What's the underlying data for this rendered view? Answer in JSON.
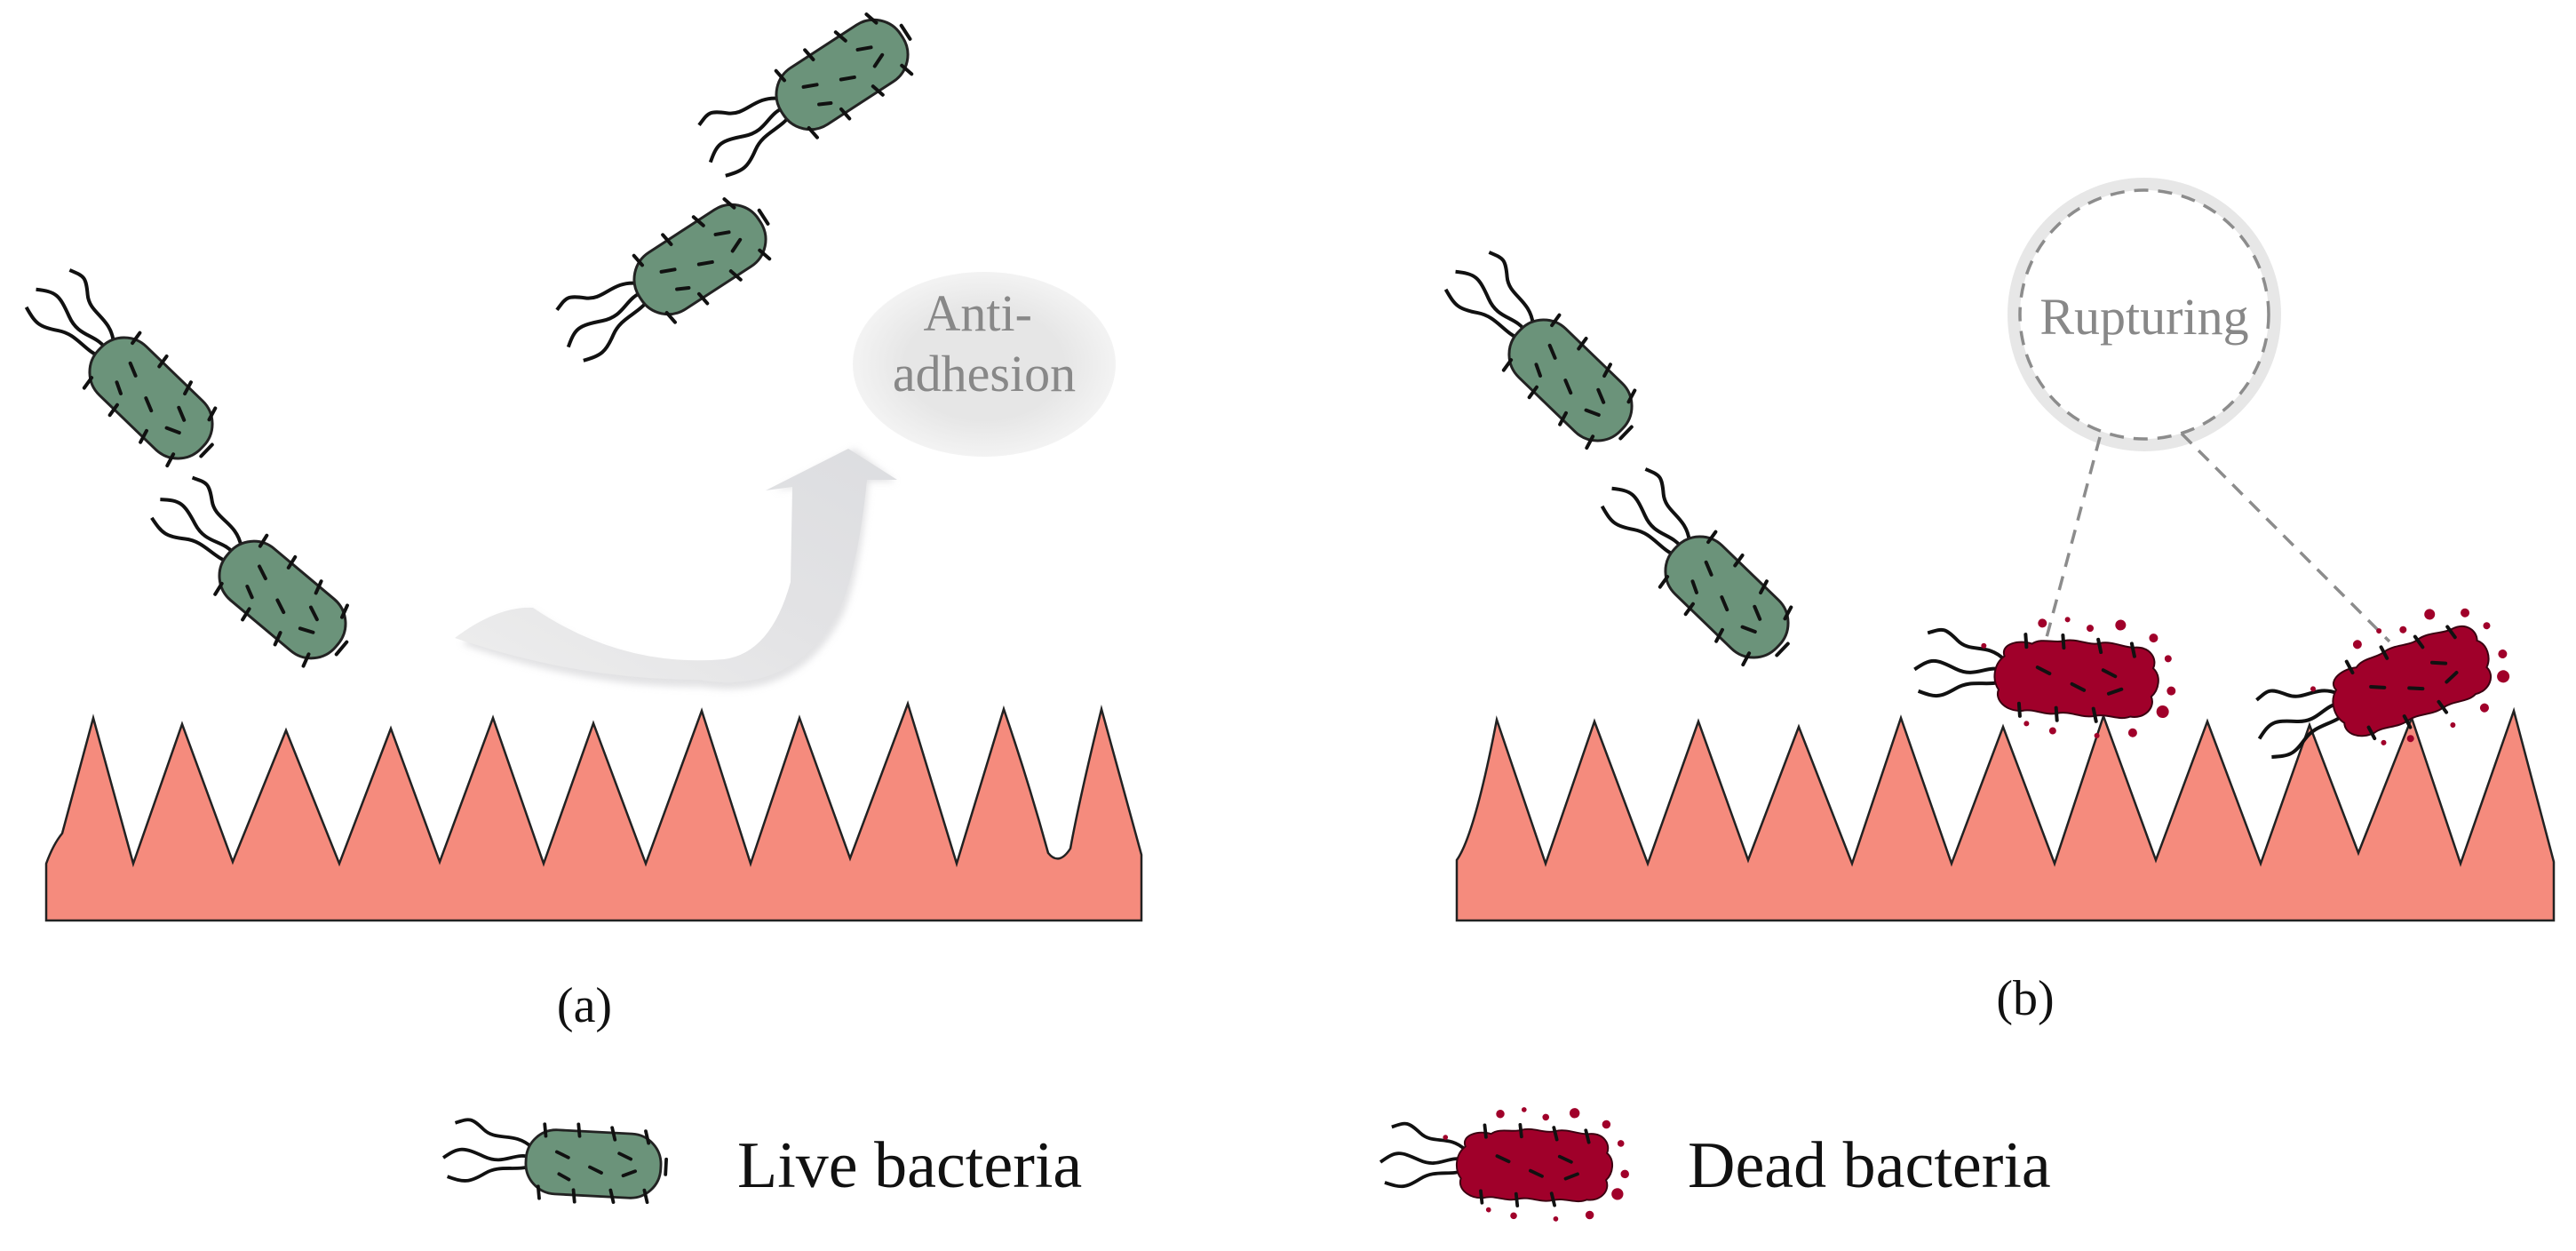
{
  "panels": [
    {
      "label": "(a)",
      "callout": "Anti-\nadhesion",
      "callout_lines": [
        "Anti-",
        "adhesion"
      ]
    },
    {
      "label": "(b)",
      "callout": "Rupturing"
    }
  ],
  "legend": [
    {
      "label": "Live bacteria",
      "icon": "live-bacterium-icon"
    },
    {
      "label": "Dead bacteria",
      "icon": "dead-bacterium-icon"
    }
  ],
  "colors": {
    "surface": "#f58b7d",
    "live_bacteria": "#6b937a",
    "dead_bacteria": "#a0002a",
    "callout_text": "#888888",
    "callout_fill": "#e8e8e8",
    "arrow": "#e4e5e7"
  }
}
